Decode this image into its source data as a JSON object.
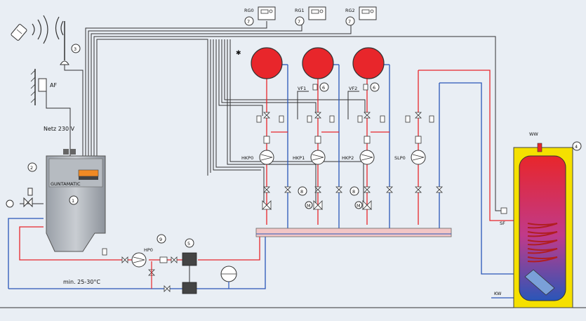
{
  "title": "",
  "room_controllers": [
    {
      "label": "RG0",
      "ref": "7"
    },
    {
      "label": "RG1",
      "ref": "7"
    },
    {
      "label": "RG2",
      "ref": "7"
    }
  ],
  "antenna_ref": "3",
  "outdoor_sensor": "AF",
  "supply_label": "Netz 230 V",
  "boiler": {
    "ref": "2",
    "unit_ref": "1",
    "brand": "GUNTAMATIC"
  },
  "frost_symbol": "✱",
  "flow_sensors": [
    {
      "label": "VF1",
      "ref": "6"
    },
    {
      "label": "VF2",
      "ref": "6"
    }
  ],
  "pumps": [
    "HKP0",
    "HKP1",
    "HKP2",
    "SLP0"
  ],
  "mixer_refs": [
    "8",
    "8"
  ],
  "mixer_letter": "M",
  "boiler_pump": {
    "label": "HP0",
    "ref": "9"
  },
  "dirt_trap_ref": "5",
  "return_temp": "min. 25-30°C",
  "storage_tank": {
    "hot_water": "WW",
    "ref": "4",
    "sensor": "SF",
    "cold_water": "KW"
  },
  "colors": {
    "flow": "#e8262b",
    "return": "#2a56b8",
    "control": "#333333",
    "tank": "#f5e000"
  }
}
